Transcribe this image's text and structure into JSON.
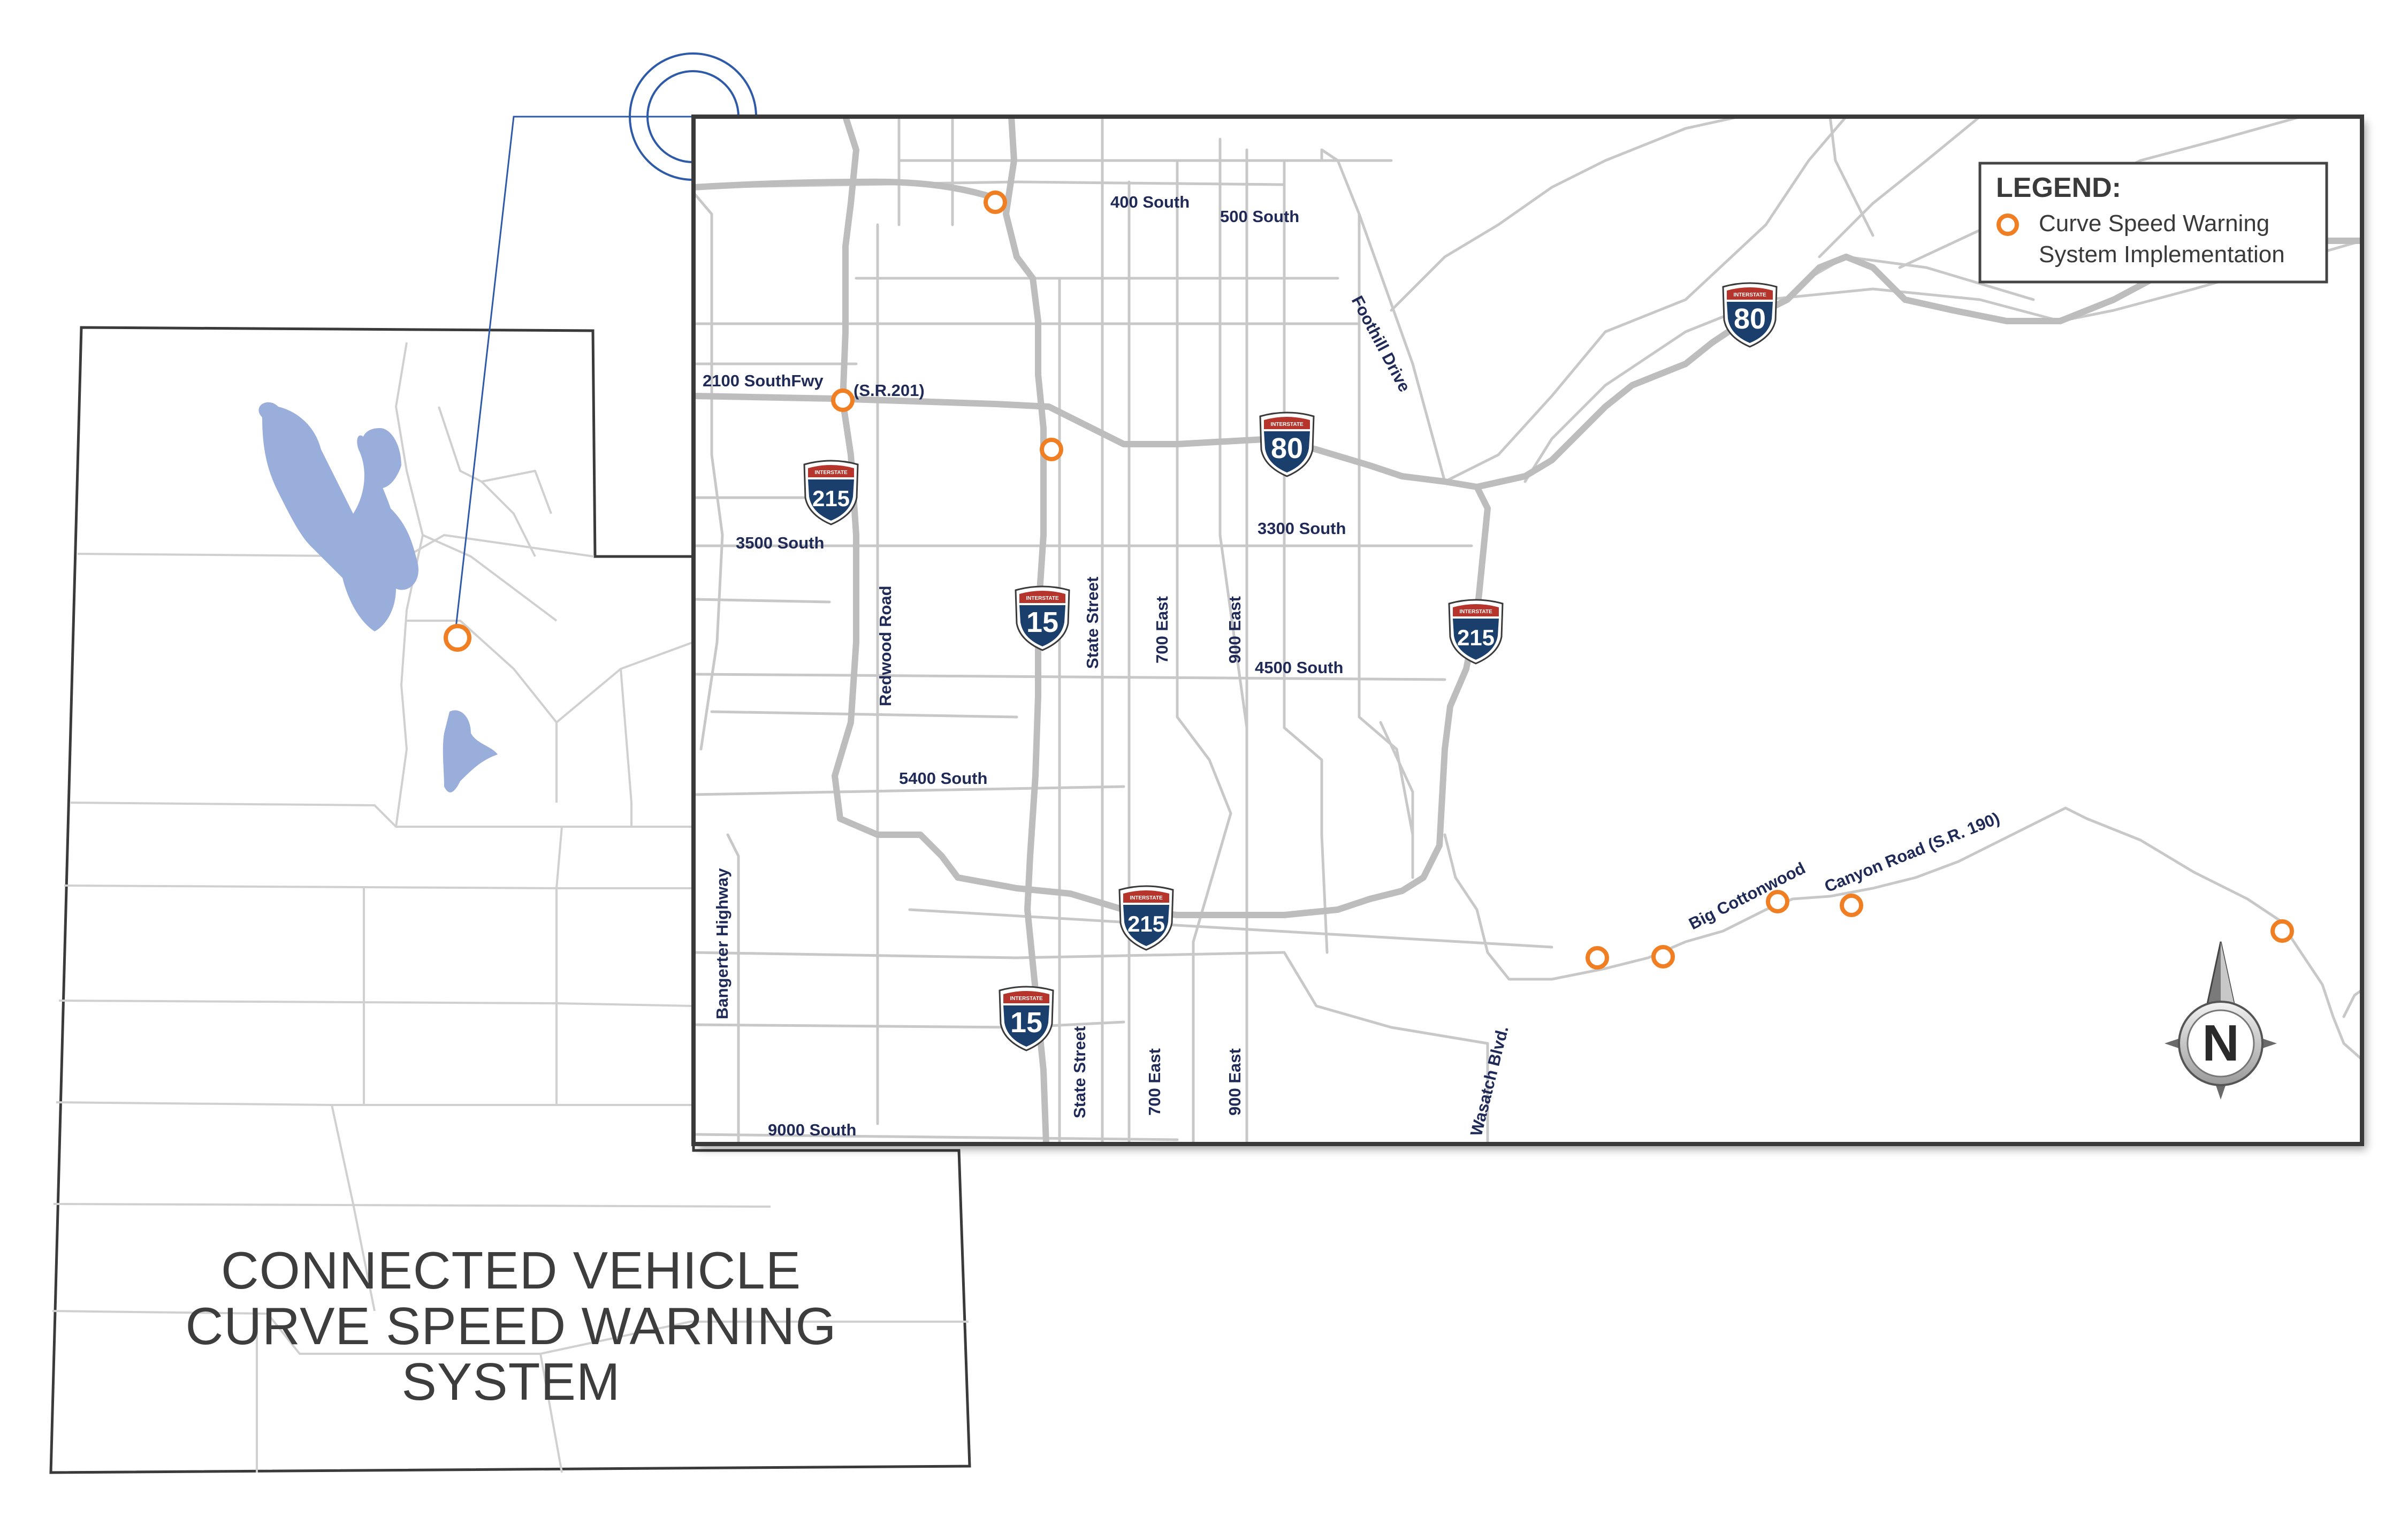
{
  "title": {
    "line1": "CONNECTED VEHICLE",
    "line2": "CURVE SPEED WARNING",
    "line3": "SYSTEM"
  },
  "legend": {
    "title": "LEGEND:",
    "item_line1": "Curve Speed Warning",
    "item_line2": "System Implementation",
    "marker_color": "#f07f24"
  },
  "streets": {
    "s400": "400 South",
    "s500": "500 South",
    "s2100": "2100 SouthFwy",
    "sr201": "(S.R.201)",
    "s3300": "3300 South",
    "s3500": "3500 South",
    "s4500": "4500 South",
    "s5400": "5400 South",
    "s9000": "9000 South",
    "foothill": "Foothill Drive",
    "redwood": "Redwood Road",
    "state1": "State Street",
    "state2": "State Street",
    "e700a": "700 East",
    "e700b": "700 East",
    "e900a": "900 East",
    "e900b": "900 East",
    "bangerter": "Bangerter Highway",
    "wasatch": "Wasatch Blvd.",
    "bigcotton": "Big Cottonwood",
    "canyon": "Canyon Road (S.R. 190)"
  },
  "shields": {
    "interstate_label": "INTERSTATE",
    "i80a": "80",
    "i80b": "80",
    "i215a": "215",
    "i215b": "215",
    "i215c": "215",
    "i15a": "15",
    "i15b": "15"
  },
  "compass": {
    "letter": "N"
  },
  "colors": {
    "lake": "#9aaedb",
    "road": "#c8c8c8",
    "connector": "#2e5aa8",
    "shield_blue": "#1a3f6c",
    "shield_red": "#b5342b",
    "street_label": "#1f2a56"
  }
}
